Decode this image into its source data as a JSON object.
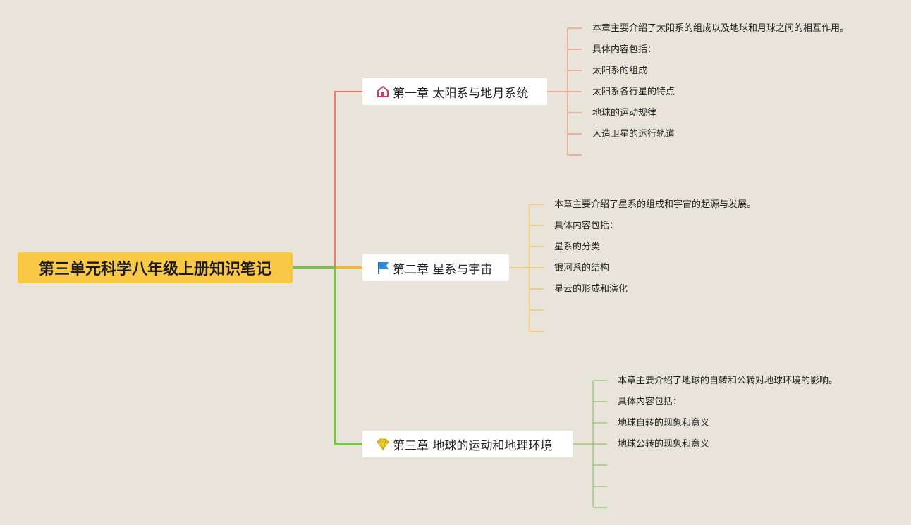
{
  "root": {
    "title": "第三单元科学八年级上册知识笔记",
    "color": "#f9c846"
  },
  "branches": [
    {
      "label": "第一章 太阳系与地月系统",
      "icon": "house-icon",
      "color": "#f07a62",
      "leaves": [
        "本章主要介绍了太阳系的组成以及地球和月球之间的相互作用。",
        "具体内容包括：",
        "太阳系的组成",
        "太阳系各行星的特点",
        "地球的运动规律",
        "人造卫星的运行轨道",
        ""
      ]
    },
    {
      "label": "第二章 星系与宇宙",
      "icon": "flag-icon",
      "color": "#f6b92b",
      "leaves": [
        "本章主要介绍了星系的组成和宇宙的起源与发展。",
        "具体内容包括：",
        "星系的分类",
        "银河系的结构",
        "星云的形成和演化",
        "",
        ""
      ]
    },
    {
      "label": "第三章 地球的运动和地理环境",
      "icon": "diamond-icon",
      "color": "#7cc04f",
      "leaves": [
        "本章主要介绍了地球的自转和公转对地球环境的影响。",
        "具体内容包括：",
        "地球自转的现象和意义",
        "地球公转的现象和意义",
        "",
        "",
        ""
      ]
    }
  ]
}
